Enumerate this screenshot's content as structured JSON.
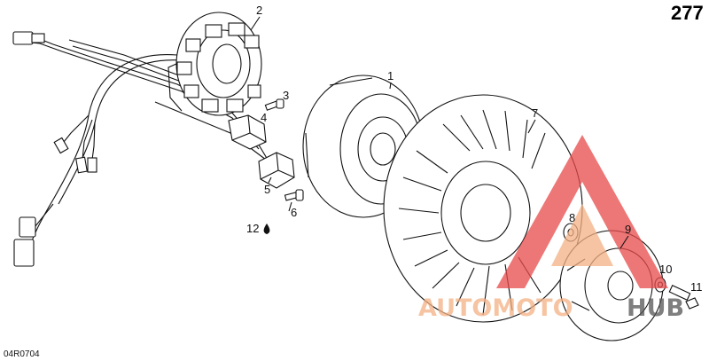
{
  "page_number": "277",
  "reference_code": "04R0704",
  "callouts": [
    "1",
    "2",
    "3",
    "4",
    "5",
    "6",
    "7",
    "8",
    "9",
    "10",
    "11",
    "12"
  ],
  "watermark": {
    "text_auto": "AUTOMOTO",
    "text_hub": "HUB",
    "color_primary": "#e84a4a",
    "color_secondary": "#f4b184",
    "color_hub": "#555555"
  },
  "colors": {
    "line": "#111111",
    "background": "#ffffff"
  }
}
